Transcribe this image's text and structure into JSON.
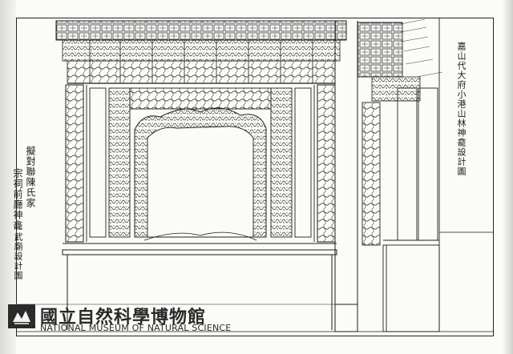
{
  "drawing": {
    "left_inscription_1": "擬對聯陳氏家",
    "left_inscription_2": "宗祠前廳神龕",
    "left_inscription_3": "武廟設計圖",
    "right_title": "嘉山代大府小港山林神龕設計圖"
  },
  "watermark": {
    "name_zh": "國立自然科學博物館",
    "name_en": "NATIONAL MUSEUM OF NATURAL SCIENCE",
    "logo_icon": "museum-logo-icon"
  },
  "colors": {
    "ink": "#1e1e1e",
    "paper": "#fbfbf8"
  }
}
